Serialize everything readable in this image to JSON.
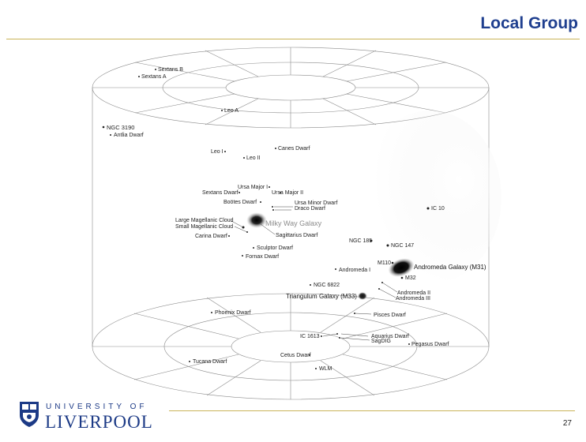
{
  "slide": {
    "title": "Local Group",
    "page_number": "27"
  },
  "logo": {
    "university_of": "UNIVERSITY OF",
    "liverpool": "LIVERPOOL"
  },
  "galaxies": {
    "sextans_b": "Sextans B",
    "sextans_a": "Sextans A",
    "leo_a": "Leo A",
    "ngc_3190": "NGC 3190",
    "antlia_dwarf": "Antlia Dwarf",
    "leo_i": "Leo I",
    "leo_ii": "Leo II",
    "canes_dwarf": "Canes Dwarf",
    "ursa_major_i": "Ursa Major I",
    "sextans_dwarf": "Sextans Dwarf",
    "ursa_major_ii": "Ursa Major II",
    "bootes_dwarf": "Boötes Dwarf",
    "ursa_minor_dwarf": "Ursa Minor Dwarf",
    "draco_dwarf": "Draco Dwarf",
    "ic_10": "IC 10",
    "large_magellanic_cloud": "Large Magellanic Cloud",
    "small_magellanic_cloud": "Small Magellanic Cloud",
    "milky_way_galaxy": "Milky Way Galaxy",
    "sagittarius_dwarf": "Sagittarius Dwarf",
    "carina_dwarf": "Carina Dwarf",
    "sculptor_dwarf": "Sculptor Dwarf",
    "fornax_dwarf": "Fornax Dwarf",
    "ngc_185": "NGC 185",
    "ngc_147": "NGC 147",
    "m110": "M110",
    "andromeda_galaxy": "Andromeda Galaxy (M31)",
    "andromeda_i": "Andromeda I",
    "m32": "M32",
    "ngc_6822": "NGC 6822",
    "triangulum_galaxy": "Triangulum Galaxy (M33)",
    "andromeda_ii": "Andromeda II",
    "andromeda_iii": "Andromeda III",
    "phoenix_dwarf": "Phoenix Dwarf",
    "pisces_dwarf": "Pisces Dwarf",
    "ic_1613": "IC 1613",
    "aquarius_dwarf": "Aquarius Dwarf",
    "sagdig": "SagDIG",
    "pegasus_dwarf": "Pegasus Dwarf",
    "tucana_dwarf": "Tucana Dwarf",
    "cetus_dwarf": "Cetus Dwarf",
    "wlm": "WLM"
  },
  "colors": {
    "title": "#1f3f8f",
    "rule": "#c9b458",
    "logo": "#1c3a86"
  }
}
